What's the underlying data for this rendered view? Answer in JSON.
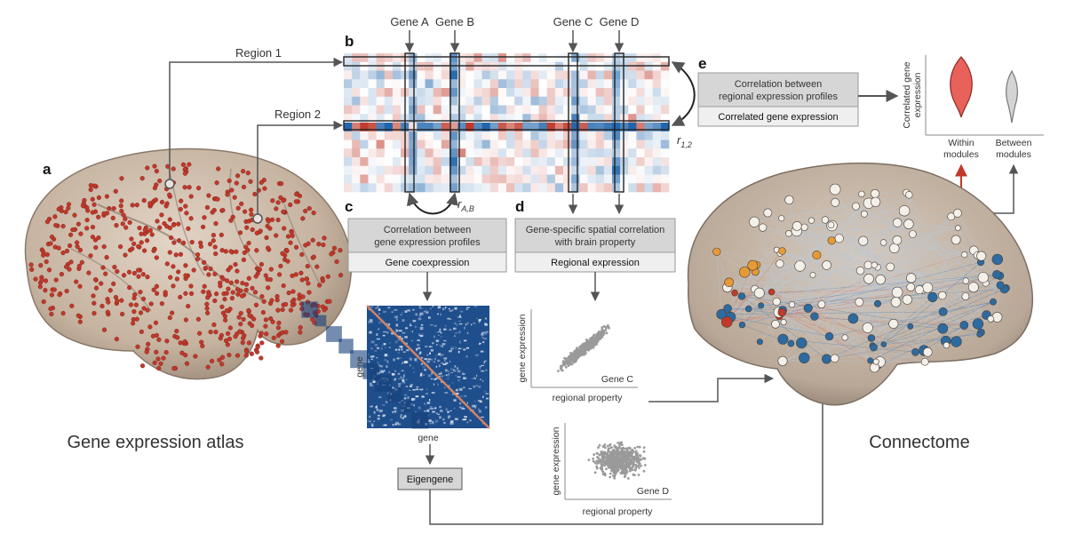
{
  "panels": {
    "a": "a",
    "b": "b",
    "c": "c",
    "d": "d",
    "e": "e"
  },
  "atlas_label": "Gene expression atlas",
  "connectome_label": "Connectome",
  "regions": {
    "region1": "Region 1",
    "region2": "Region 2"
  },
  "genes": {
    "a": "Gene A",
    "b": "Gene B",
    "c": "Gene C",
    "d": "Gene D"
  },
  "correlations": {
    "r12_base": "r",
    "r12_sub": "1,2",
    "rab_base": "r",
    "rab_sub": "A,B"
  },
  "box_c": {
    "line1": "Correlation between",
    "line2": "gene expression profiles",
    "sub": "Gene coexpression"
  },
  "box_d": {
    "line1": "Gene-specific spatial correlation",
    "line2": "with brain property",
    "sub": "Regional expression"
  },
  "box_e": {
    "line1": "Correlation between",
    "line2": "regional expression profiles",
    "sub": "Correlated gene expression"
  },
  "coexpression_matrix": {
    "xlabel": "gene",
    "ylabel": "gene"
  },
  "eigengene": "Eigengene",
  "scatter_c": {
    "ylabel": "gene expression",
    "xlabel": "regional property",
    "gene": "Gene C"
  },
  "scatter_d": {
    "ylabel": "gene expression",
    "xlabel": "regional property",
    "gene": "Gene D"
  },
  "violin_plot": {
    "ylabel_line1": "Correlated gene",
    "ylabel_line2": "expression",
    "categories": [
      {
        "line1": "Within",
        "line2": "modules",
        "color": "#e8615a"
      },
      {
        "line1": "Between",
        "line2": "modules",
        "color": "#d4d4d4"
      }
    ]
  },
  "colors": {
    "red": "#c0392b",
    "blue": "#2c6aa0",
    "orange": "#e69a35",
    "brain": "#cdbba9",
    "arrow": "#555555"
  }
}
